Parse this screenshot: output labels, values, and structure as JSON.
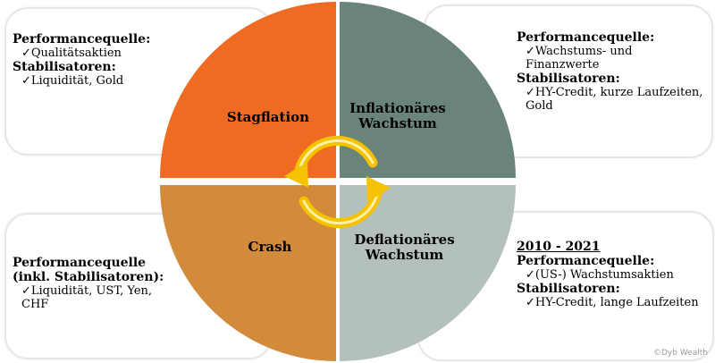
{
  "colors": {
    "stagflation": "#ee6b21",
    "inflation_growth": "#6a847a",
    "crash": "#d28a3b",
    "deflation_growth": "#b4c0bb",
    "arrow": "#f5c200",
    "box_border": "#e6e6e6"
  },
  "quadrants": {
    "top_left": "Stagflation",
    "top_right": [
      "Inflationäres",
      "Wachstum"
    ],
    "bottom_left": "Crash",
    "bottom_right": [
      "Deflationäres",
      "Wachstum"
    ]
  },
  "boxes": {
    "top_left": {
      "performance_heading": "Performancequelle:",
      "performance_items": [
        "✓Qualitätsaktien"
      ],
      "stabilizer_heading": "Stabilisatoren:",
      "stabilizer_items": [
        "✓Liquidität, Gold"
      ]
    },
    "top_right": {
      "performance_heading": "Performancequelle:",
      "performance_items": [
        "✓Wachstums- und",
        "Finanzwerte"
      ],
      "stabilizer_heading": "Stabilisatoren:",
      "stabilizer_items": [
        "✓HY-Credit, kurze Laufzeiten,",
        "Gold"
      ]
    },
    "bottom_left": {
      "performance_heading": [
        "Performancequelle",
        "(inkl. Stabilisatoren):"
      ],
      "performance_items": [
        "✓Liquidität, UST, Yen,",
        "CHF"
      ]
    },
    "bottom_right": {
      "period": "2010 - 2021",
      "performance_heading": "Performancequelle:",
      "performance_items": [
        "✓(US-) Wachstumsaktien"
      ],
      "stabilizer_heading": "Stabilisatoren:",
      "stabilizer_items": [
        "✓HY-Credit, lange Laufzeiten"
      ]
    }
  },
  "copyright": "©Dyb Wealth"
}
